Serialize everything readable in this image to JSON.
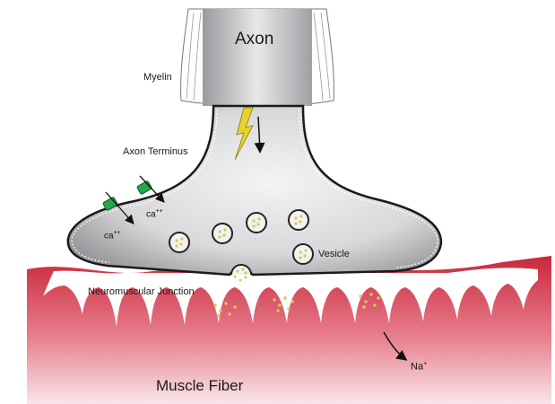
{
  "labels": {
    "axon": "Axon",
    "myelin": "Myelin",
    "axon_terminus": "Axon Terminus",
    "vesicle": "Vesicle",
    "neuromuscular_junction": "Neuromuscular Junction",
    "muscle_fiber": "Muscle Fiber"
  },
  "ions": {
    "calcium_1": {
      "base": "ca",
      "charge": "++"
    },
    "calcium_2": {
      "base": "ca",
      "charge": "++"
    },
    "sodium": {
      "base": "Na",
      "charge": "+"
    }
  },
  "colors": {
    "muscle_top": "#c8283a",
    "muscle_bottom": "#f6dde2",
    "terminal_fill": "#d4d4d6",
    "myelin": "#b8b8b8",
    "channel": "#25a84a",
    "vesicle_dots": "#d9c85a",
    "lightning": "#e8d22a"
  }
}
